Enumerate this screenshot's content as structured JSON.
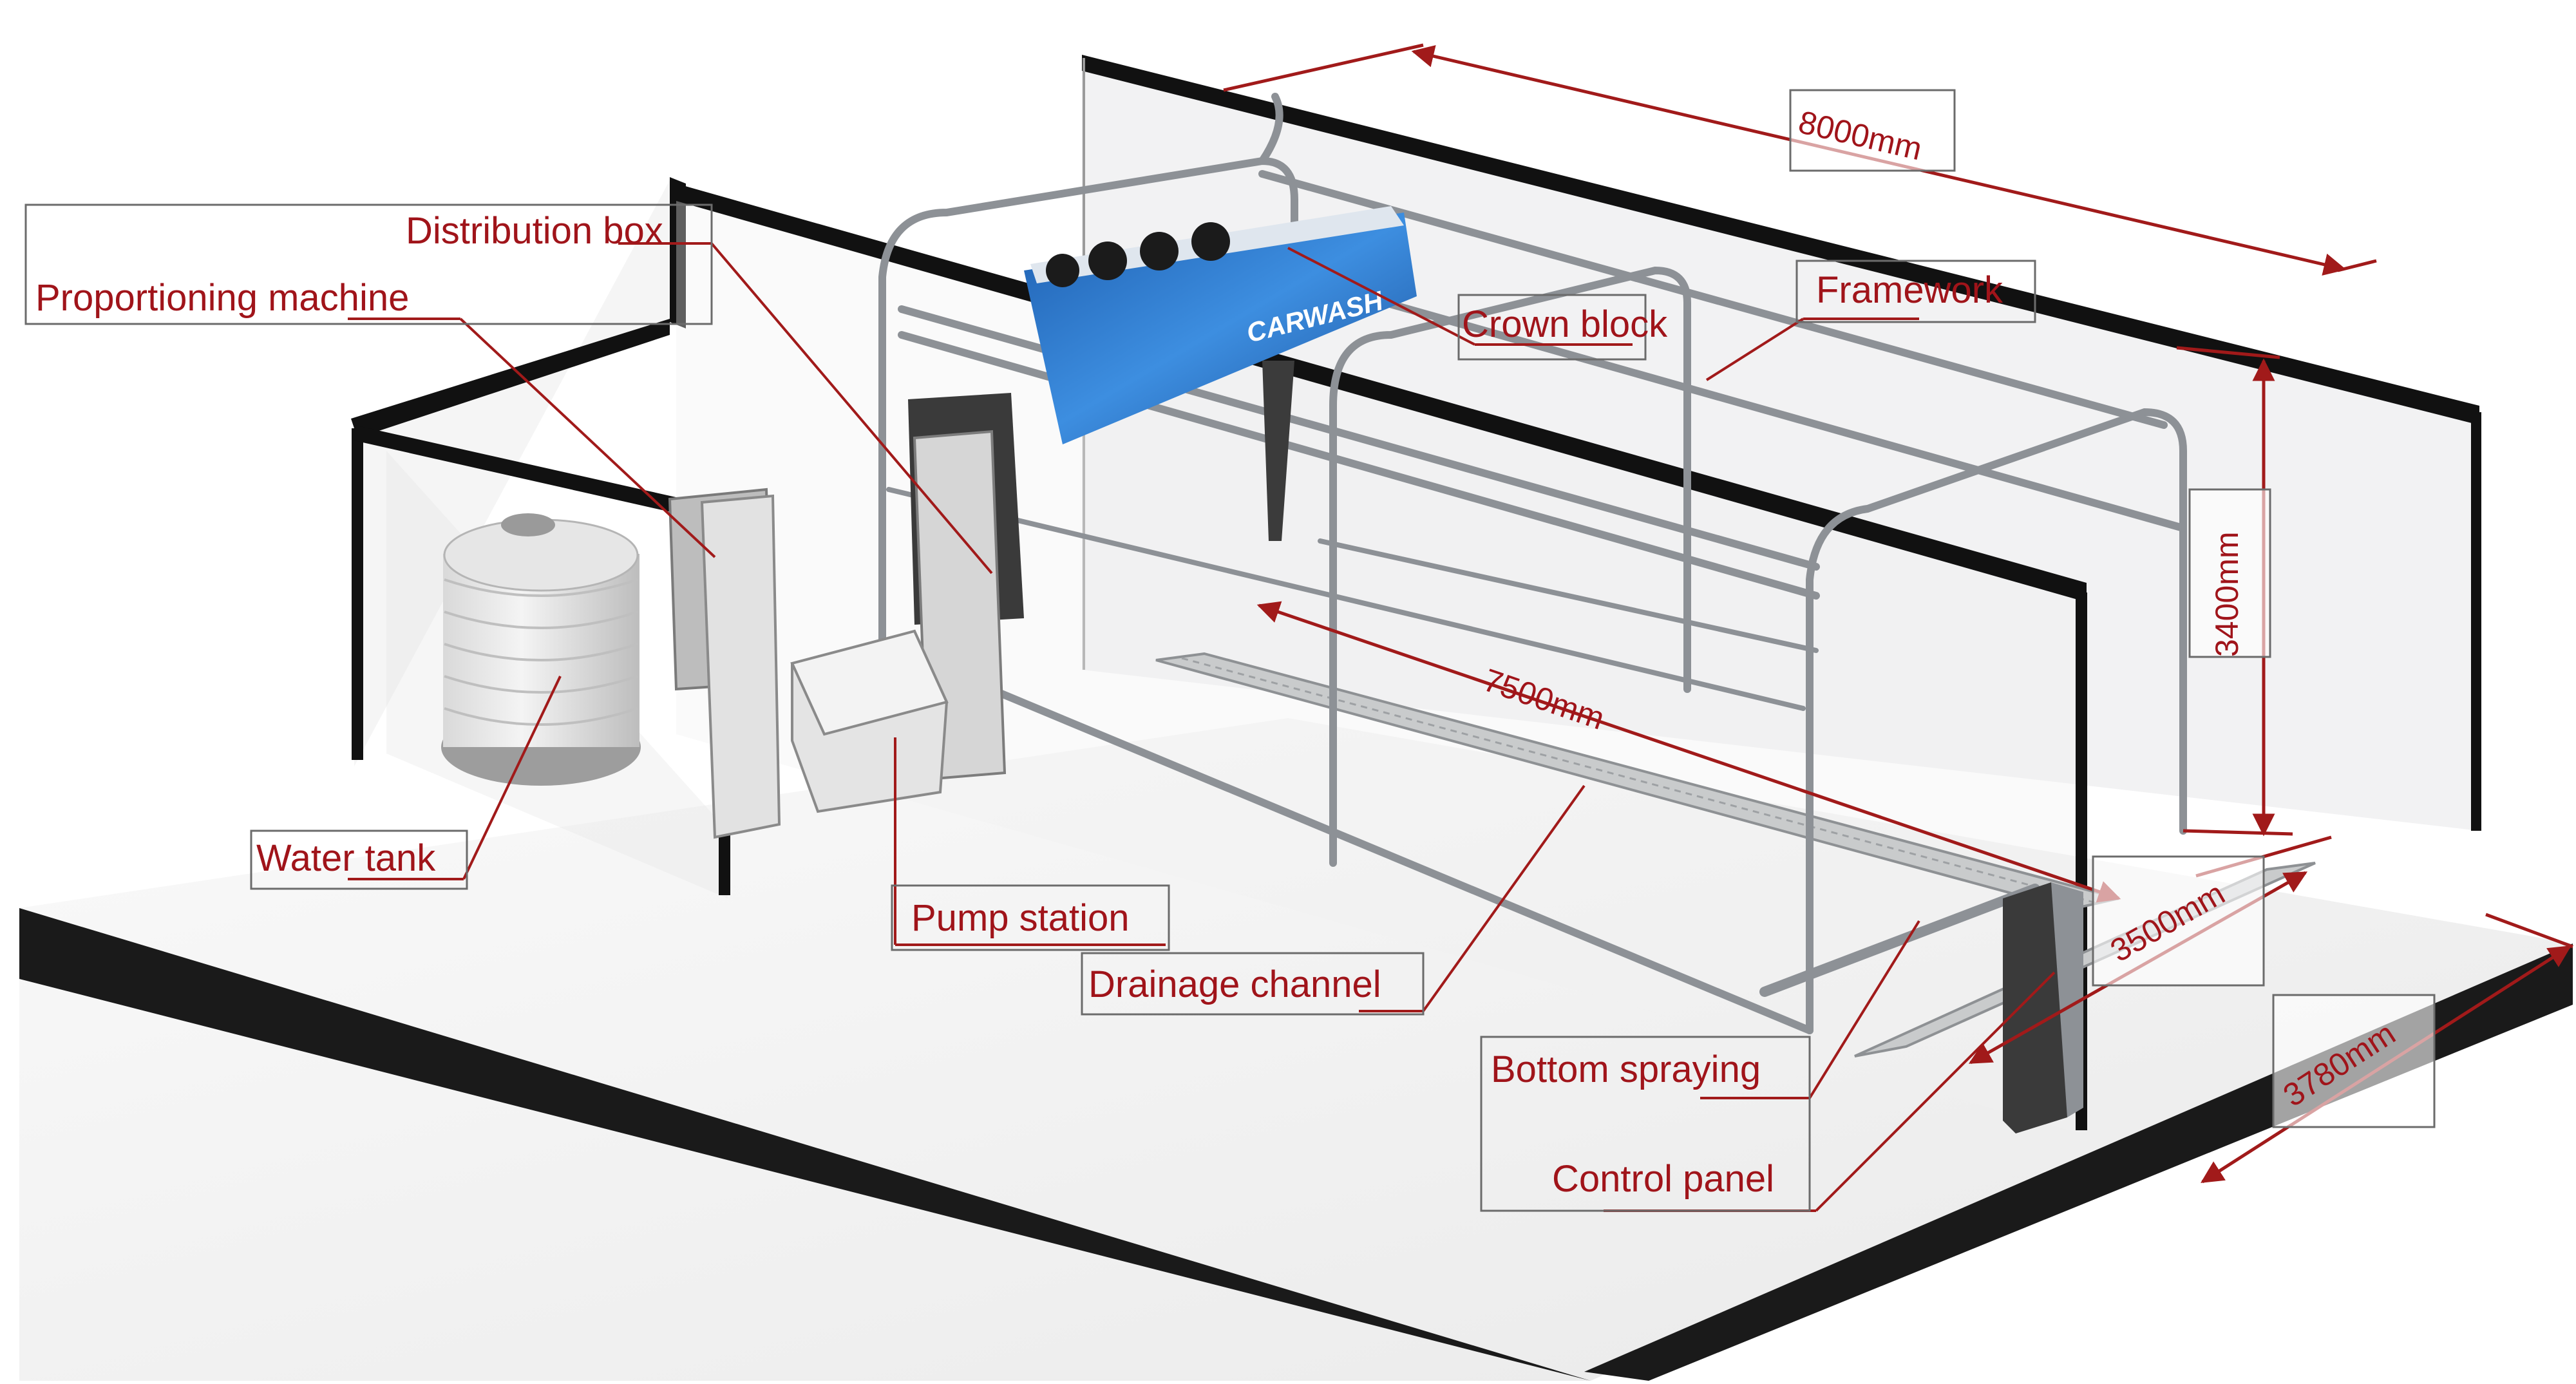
{
  "brand": {
    "logo_text": "CARWASH"
  },
  "colors": {
    "leader": "#a11a1a",
    "label_text": "#a0141a",
    "dimension": "#a11a1a",
    "wall_edge": "#111111",
    "floor": "#f1f1f1",
    "frame": "#8d9196",
    "machine_blue": "#2b73c9"
  },
  "labels": {
    "distribution_box": "Distribution box",
    "proportioning_machine": "Proportioning machine",
    "crown_block": "Crown block",
    "framework": "Framework",
    "water_tank": "Water tank",
    "pump_station": "Pump station",
    "drainage_channel": "Drainage channel",
    "bottom_spraying": "Bottom spraying",
    "control_panel": "Control panel"
  },
  "dimensions": {
    "length": "8000mm",
    "height": "3400mm",
    "rail_length": "7500mm",
    "rail_width": "3500mm",
    "total_width": "3780mm"
  }
}
